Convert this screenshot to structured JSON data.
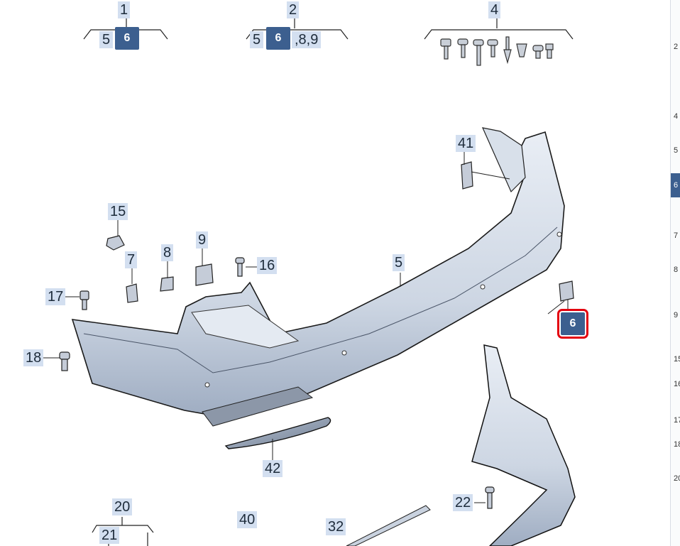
{
  "callouts": [
    {
      "id": "c1",
      "text": "1"
    },
    {
      "id": "c2",
      "text": "2"
    },
    {
      "id": "c4",
      "text": "4"
    },
    {
      "id": "c41",
      "text": "41"
    },
    {
      "id": "c15",
      "text": "15"
    },
    {
      "id": "c9",
      "text": "9"
    },
    {
      "id": "c7",
      "text": "7"
    },
    {
      "id": "c8",
      "text": "8"
    },
    {
      "id": "c16",
      "text": "16"
    },
    {
      "id": "c5",
      "text": "5"
    },
    {
      "id": "c17",
      "text": "17"
    },
    {
      "id": "c18",
      "text": "18"
    },
    {
      "id": "c42",
      "text": "42"
    },
    {
      "id": "c22",
      "text": "22"
    },
    {
      "id": "c20",
      "text": "20"
    },
    {
      "id": "c21",
      "text": "21"
    },
    {
      "id": "c40",
      "text": "40"
    },
    {
      "id": "c32",
      "text": "32"
    }
  ],
  "group1": {
    "prefix": "5",
    "chip": "6",
    "suffix": ""
  },
  "group2": {
    "prefix": "5",
    "chip": "6",
    "suffix": ",8,9"
  },
  "selected_part": "6",
  "right_list": [
    "2",
    "4",
    "5",
    "6",
    "7",
    "8",
    "9",
    "15",
    "16",
    "17",
    "18",
    "20"
  ],
  "right_active": "6",
  "colors": {
    "label_bg": "#d3dff0",
    "chip_bg": "#3c5f8f",
    "highlight": "#e3000f",
    "part_fill": "#cfd8e6"
  }
}
